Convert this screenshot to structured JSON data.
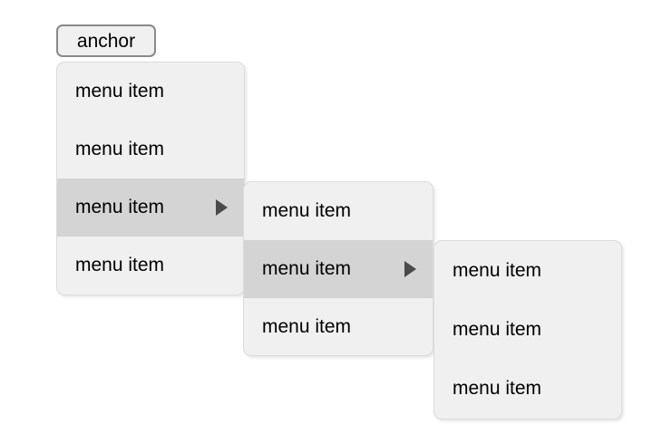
{
  "anchor": {
    "label": "anchor"
  },
  "colors": {
    "page_background": "#ffffff",
    "panel_background": "#f0f0f0",
    "panel_border": "#dcdcdc",
    "highlight_background": "#d4d4d4",
    "text": "#000000",
    "arrow": "#4a4a4a",
    "anchor_border": "#8a8a8a",
    "anchor_background": "#f0f0f0"
  },
  "menus": [
    {
      "id": "menu-level-1",
      "items": [
        {
          "label": "menu item",
          "highlighted": false,
          "has_submenu": false,
          "arrow_icon": ""
        },
        {
          "label": "menu item",
          "highlighted": false,
          "has_submenu": false,
          "arrow_icon": ""
        },
        {
          "label": "menu item",
          "highlighted": true,
          "has_submenu": true,
          "arrow_icon": "submenu-arrow-icon"
        },
        {
          "label": "menu item",
          "highlighted": false,
          "has_submenu": false,
          "arrow_icon": ""
        }
      ]
    },
    {
      "id": "menu-level-2",
      "items": [
        {
          "label": "menu item",
          "highlighted": false,
          "has_submenu": false,
          "arrow_icon": ""
        },
        {
          "label": "menu item",
          "highlighted": true,
          "has_submenu": true,
          "arrow_icon": "submenu-arrow-icon"
        },
        {
          "label": "menu item",
          "highlighted": false,
          "has_submenu": false,
          "arrow_icon": ""
        }
      ]
    },
    {
      "id": "menu-level-3",
      "items": [
        {
          "label": "menu item",
          "highlighted": false,
          "has_submenu": false,
          "arrow_icon": ""
        },
        {
          "label": "menu item",
          "highlighted": false,
          "has_submenu": false,
          "arrow_icon": ""
        },
        {
          "label": "menu item",
          "highlighted": false,
          "has_submenu": false,
          "arrow_icon": ""
        }
      ]
    }
  ]
}
